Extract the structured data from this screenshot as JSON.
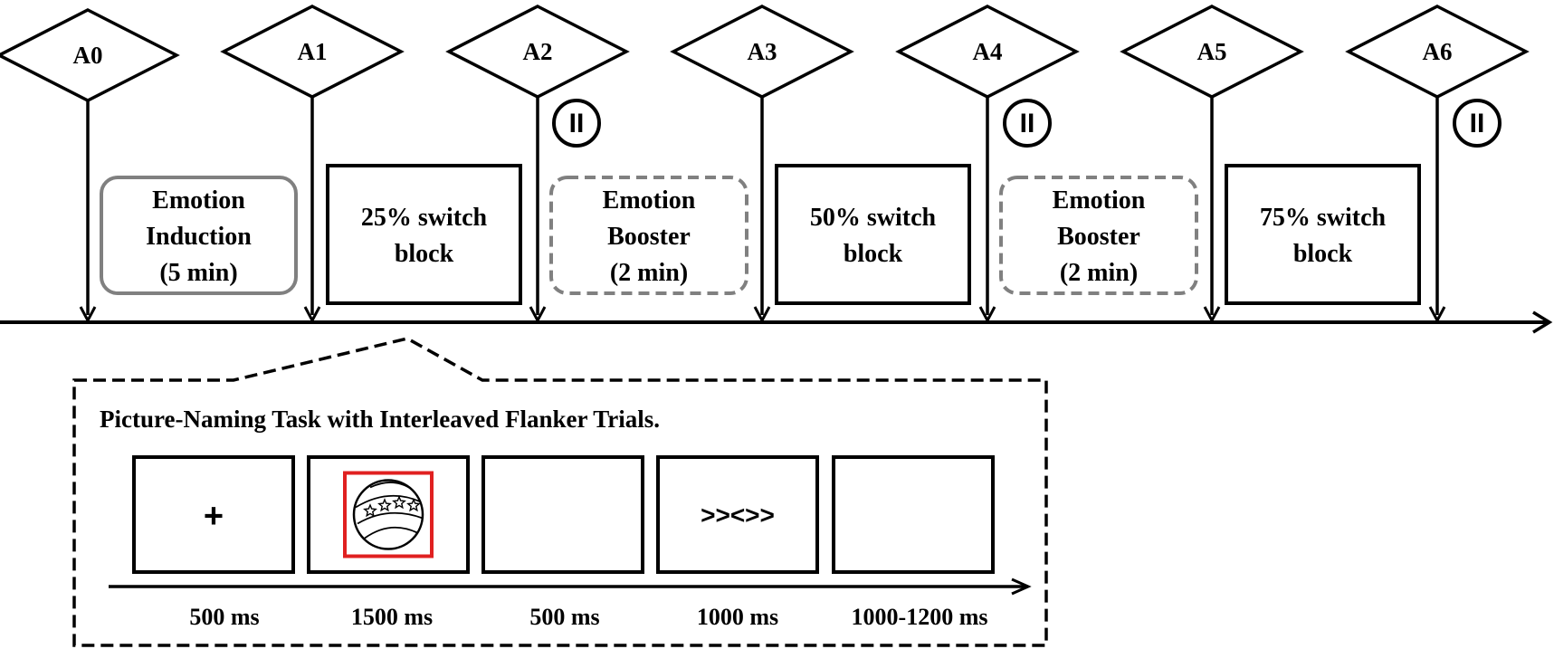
{
  "assessments": [
    "A0",
    "A1",
    "A2",
    "A3",
    "A4",
    "A5",
    "A6"
  ],
  "pause_symbol": "II",
  "blocks": [
    {
      "lines": [
        "Emotion",
        "Induction",
        "(5 min)"
      ],
      "style": "rounded-gray"
    },
    {
      "lines": [
        "25% switch",
        "block"
      ],
      "style": "solid"
    },
    {
      "lines": [
        "Emotion",
        "Booster",
        "(2 min)"
      ],
      "style": "dashed-gray"
    },
    {
      "lines": [
        "50% switch",
        "block"
      ],
      "style": "solid"
    },
    {
      "lines": [
        "Emotion",
        "Booster",
        "(2 min)"
      ],
      "style": "dashed-gray"
    },
    {
      "lines": [
        "75% switch",
        "block"
      ],
      "style": "solid"
    }
  ],
  "task": {
    "title": "Picture-Naming Task with Interleaved Flanker Trials.",
    "frames": [
      {
        "content": "+",
        "kind": "fixation"
      },
      {
        "content": "",
        "kind": "picture"
      },
      {
        "content": "",
        "kind": "blank"
      },
      {
        "content": ">><>>",
        "kind": "flanker"
      },
      {
        "content": "",
        "kind": "blank"
      }
    ],
    "timings": [
      "500 ms",
      "1500 ms",
      "500 ms",
      "1000 ms",
      "1000-1200 ms"
    ]
  },
  "colors": {
    "line": "#000000",
    "gray_box": "#808080",
    "picture_frame": "#e02020"
  }
}
